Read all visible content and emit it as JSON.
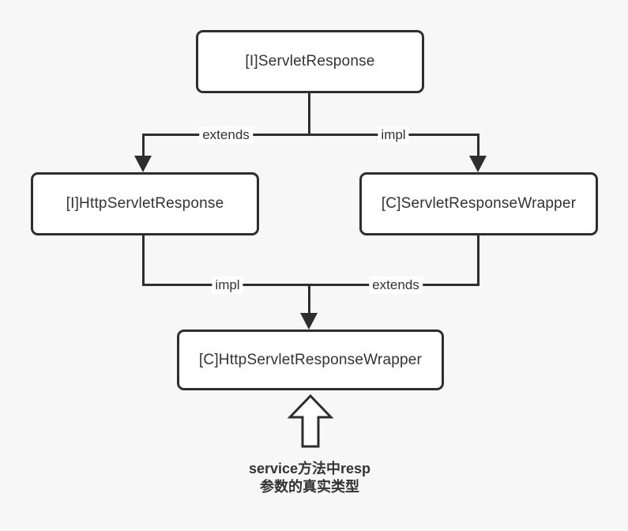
{
  "colors": {
    "background": "#f7f7f7",
    "line": "#2e2e2e",
    "box_background": "#ffffff",
    "text": "#333333"
  },
  "nodes": {
    "top": {
      "label": "[I]ServletResponse"
    },
    "left": {
      "label": "[I]HttpServletResponse"
    },
    "right": {
      "label": "[C]ServletResponseWrapper"
    },
    "bottom": {
      "label": "[C]HttpServletResponseWrapper"
    }
  },
  "edges": {
    "top_to_left": {
      "label": "extends"
    },
    "top_to_right": {
      "label": "impl"
    },
    "left_to_bottom": {
      "label": "impl"
    },
    "right_to_bottom": {
      "label": "extends"
    }
  },
  "caption": {
    "line1": "service方法中resp",
    "line2": "参数的真实类型"
  }
}
